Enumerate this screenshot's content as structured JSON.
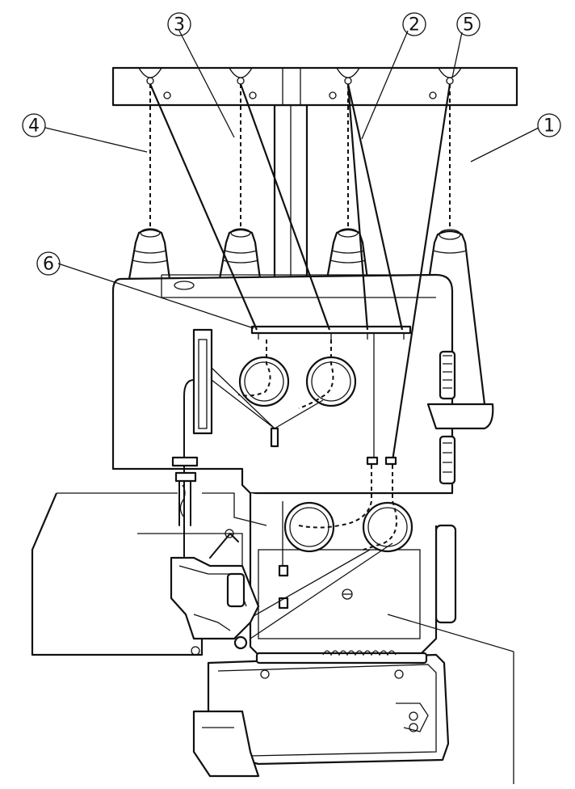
{
  "callouts": [
    {
      "id": "c1",
      "label": "1"
    },
    {
      "id": "c2",
      "label": "2"
    },
    {
      "id": "c3",
      "label": "3"
    },
    {
      "id": "c4",
      "label": "4"
    },
    {
      "id": "c5",
      "label": "5"
    },
    {
      "id": "c6",
      "label": "6"
    }
  ],
  "colors": {
    "ink": "#111111",
    "paper": "#ffffff"
  }
}
